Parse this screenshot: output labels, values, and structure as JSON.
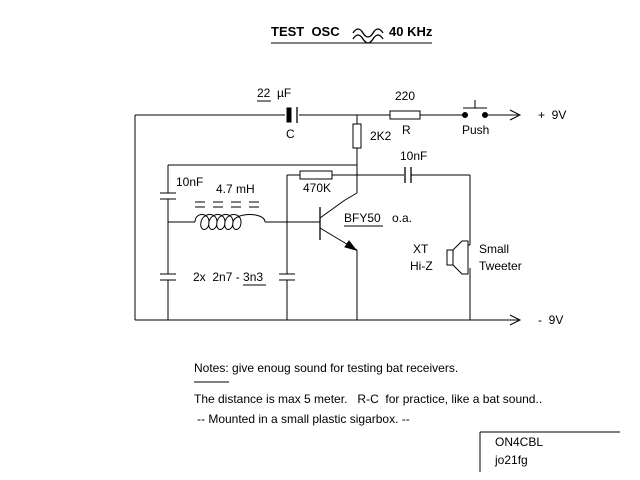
{
  "title": {
    "prefix": "TEST  OSC",
    "frequency": "40 KHz",
    "wave_symbol": "sine-wave-icon"
  },
  "components": {
    "c_input_value": "22  µF",
    "c_input_ref": "C",
    "r_series_value": "220",
    "r_series_ref": "R",
    "push_label": "Push",
    "r_collector_value": "2K2",
    "c_tweeter_value": "10nF",
    "c_tank_value": "10nF",
    "inductor_value": "4.7 mH",
    "r_feedback_value": "470K",
    "transistor_type": "BFY50",
    "transistor_note": "o.a.",
    "c_divider_values": "2x  2n7 - 3n3",
    "xt_label": "XT",
    "hiz_label": "Hi-Z",
    "speaker_label_line1": "Small",
    "speaker_label_line2": "Tweeter"
  },
  "rails": {
    "positive": "+  9V",
    "negative": "-  9V"
  },
  "notes": {
    "line1": "Notes: give enoug sound for testing bat receivers.",
    "line2": "The distance is max 5 meter.   R-C  for practice, like a bat sound..",
    "line3": "-- Mounted in a small plastic sigarbox. --"
  },
  "signature": {
    "callsign": "ON4CBL",
    "locator": "jo21fg"
  }
}
